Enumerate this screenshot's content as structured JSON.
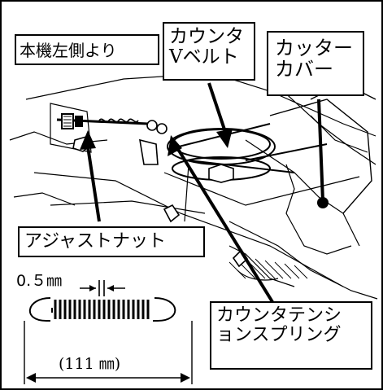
{
  "labels": {
    "adjust_side": "本機左側より",
    "counter_vbelt_line1": "カウンタ",
    "counter_vbelt_line2": "Vベルト",
    "cutter_cover_line1": "カッター",
    "cutter_cover_line2": "カバー",
    "adjust_nut": "アジャストナット",
    "tension_spring_line1": "カウンタテンシ",
    "tension_spring_line2": "ョンスプリング"
  },
  "spring_dimensions": {
    "gap_label": "0.５㎜",
    "length_label": "(111 ㎜)"
  }
}
